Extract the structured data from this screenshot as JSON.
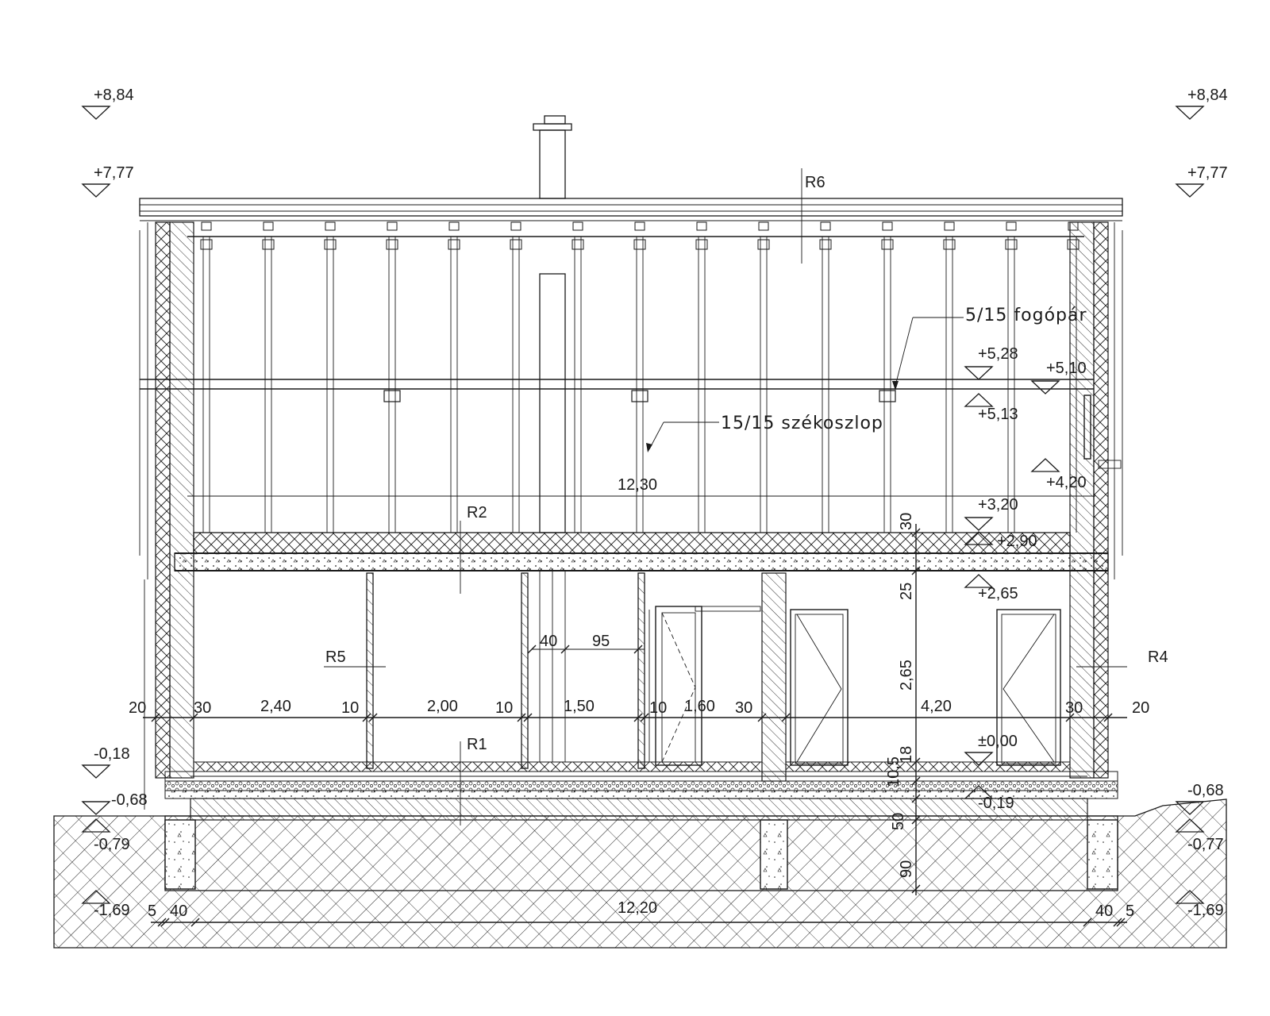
{
  "levels_left": {
    "l884": "+8,84",
    "l777": "+7,77",
    "m018": "-0,18",
    "m068": "-0,68",
    "m079": "-0,79",
    "m169": "-1,69"
  },
  "levels_right": {
    "l884": "+8,84",
    "l777": "+7,77",
    "m068": "-0,68",
    "m077": "-0,77",
    "m169": "-1,69"
  },
  "levels_inner": {
    "l528": "+5,28",
    "l510": "+5,10",
    "l513": "+5,13",
    "l420": "+4,20",
    "l320": "+3,20",
    "l290": "+2,90",
    "l265": "+2,65",
    "l000": "±0,00",
    "m019": "-0,19"
  },
  "rooms": {
    "r1": "R1",
    "r2": "R2",
    "r4": "R4",
    "r5": "R5",
    "r6": "R6"
  },
  "notes": {
    "fogopar": "5/15 fogópár",
    "szekoszlop": "15/15 székoszlop"
  },
  "dims_horizontal": {
    "d_attic": "12,30",
    "d20a": "20",
    "d30a": "30",
    "d240": "2,40",
    "d10a": "10",
    "d200": "2,00",
    "d10b": "10",
    "d150": "1,50",
    "d10c": "10",
    "d160": "1,60",
    "d30b": "30",
    "d420": "4,20",
    "d30c": "30",
    "d20b": "20",
    "d40a": "40",
    "d95": "95",
    "d_base": "12,20",
    "d5a": "5",
    "d40b": "40",
    "d40c": "40",
    "d5b": "5"
  },
  "dims_vertical": {
    "v30": "30",
    "v25": "25",
    "v265": "2,65",
    "v18": "18",
    "v105": "10,5",
    "v50": "50",
    "v90": "90"
  }
}
